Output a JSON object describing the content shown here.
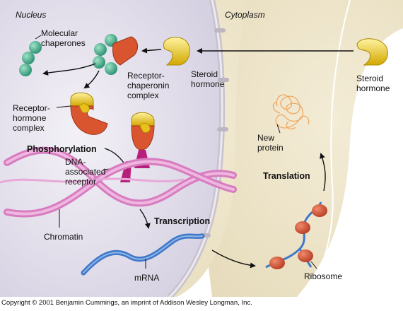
{
  "regions": {
    "nucleus": "Nucleus",
    "cytoplasm": "Cytoplasm"
  },
  "labels": {
    "molecular_chaperones": "Molecular\nchaperones",
    "receptor_chaperonin_complex": "Receptor-\nchaperonin\ncomplex",
    "steroid_hormone_inner": "Steroid\nhormone",
    "steroid_hormone_outer": "Steroid\nhormone",
    "receptor_hormone_complex": "Receptor-\nhormone\ncomplex",
    "new_protein": "New\nprotein",
    "phosphorylation": "Phosphorylation",
    "dna_associated_receptor": "DNA-\nassociated\nreceptor",
    "translation": "Translation",
    "chromatin": "Chromatin",
    "transcription": "Transcription",
    "mrna": "mRNA",
    "ribosome": "Ribosome"
  },
  "copyright": "Copyright © 2001 Benjamin Cummings, an imprint of Addison Wesley Longman, Inc.",
  "colors": {
    "nucleus_fill": "#e6e3ee",
    "cytoplasm_fill": "#eee6cf",
    "membrane": "#c9c3cc",
    "hormone": "#e8c21a",
    "receptor": "#d8603a",
    "chaperone": "#3aa486",
    "dna": "#e39ad0",
    "dna_receptor": "#b5207a",
    "mrna": "#3f78c8",
    "protein": "#f0a860"
  }
}
